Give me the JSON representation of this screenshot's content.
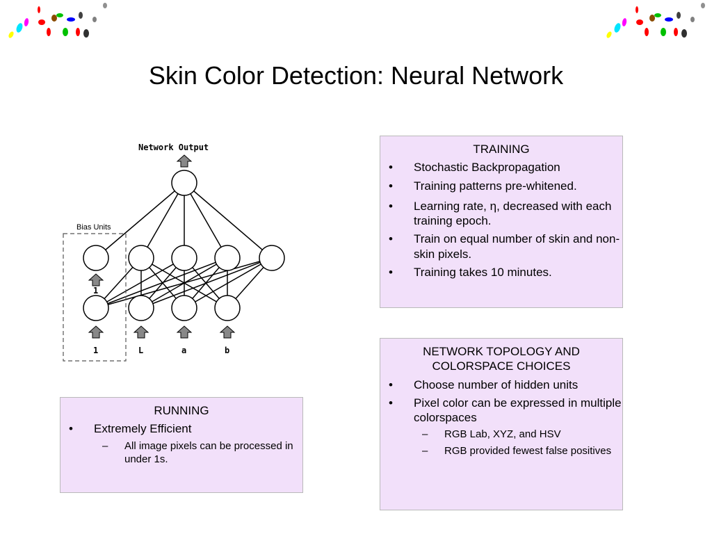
{
  "slide": {
    "title": "Skin Color Detection: Neural Network"
  },
  "training": {
    "heading": "TRAINING",
    "bullets": [
      "Stochastic Backpropagation",
      "Training patterns pre-whitened.",
      "Learning rate, η, decreased with each training epoch.",
      "Train on equal number of skin and non-skin pixels.",
      "Training takes 10 minutes."
    ]
  },
  "topology": {
    "heading": "NETWORK TOPOLOGY AND COLORSPACE CHOICES",
    "bullets": [
      "Choose number of hidden units",
      "Pixel color can be expressed in multiple colorspaces"
    ],
    "subbullets": [
      "RGB Lab, XYZ, and HSV",
      "RGB provided fewest false positives"
    ]
  },
  "running": {
    "heading": "RUNNING",
    "bullets": [
      "Extremely Efficient"
    ],
    "subbullets": [
      "All image pixels can be processed in under 1s."
    ]
  },
  "diagram": {
    "output_label": "Network Output",
    "bias_label": "Bias Units",
    "hidden_bias_input": "1",
    "input_labels": [
      "1",
      "L",
      "a",
      "b"
    ]
  },
  "logo_colors": [
    "#ffff00",
    "#00e5ff",
    "#ff00ff",
    "#ff0000",
    "#00c000",
    "#8a4b00",
    "#0000ff",
    "#606060"
  ]
}
